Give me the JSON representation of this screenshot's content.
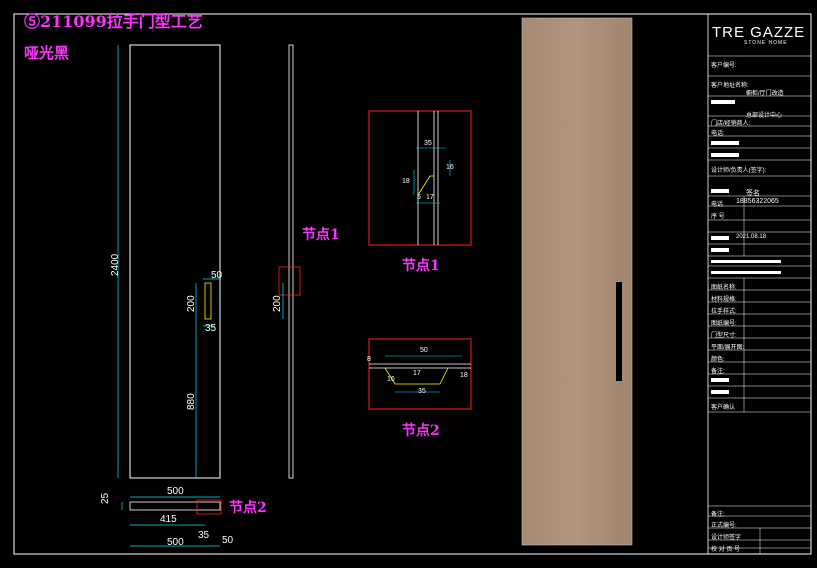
{
  "drawing": {
    "title": "⑤211099拉手门型工艺",
    "finish": "哑光黑",
    "node1_label": "节点1",
    "node2_label": "节点2",
    "node1_label_side": "节点1",
    "node2_label_bottom": "节点2",
    "dims": {
      "height": "2400",
      "handle_len": "200",
      "handle_w": "50",
      "handle_depth": "35",
      "handle_offset": "880",
      "side_handle": "200",
      "thickness": "25",
      "width_top": "500",
      "width_inner": "415",
      "width_bottom": "500",
      "bottom_35": "35",
      "bottom_50": "50",
      "n1_top": "35",
      "n1_left": "18",
      "n1_right": "16",
      "n1_b1": "5",
      "n1_b2": "17",
      "n2_top": "50",
      "n2_left": "8",
      "n2_mid1": "16",
      "n2_mid2": "17",
      "n2_right": "18",
      "n2_bottom": "35"
    },
    "colors": {
      "panel": "#a3886f",
      "handle": "#000000",
      "accent": "#ff33ff",
      "node_box": "#ff2020",
      "dim_line": "#00e5ff"
    }
  },
  "title_block": {
    "brand": "TRE GAZZE",
    "brand_sub": "STONE HOME",
    "row_client_no": "客户编号:",
    "row_client_name": "客户地址名称:",
    "row_project": "橱柜/厅门改造",
    "row_dept": "总部设计中心",
    "row_person": "门店/经销商人:",
    "row_phone": "电话:",
    "row_designer": "设计师/负责人(签字):",
    "row_sign": "签名",
    "row_tel_label": "电话",
    "row_tel_value": "18856322065",
    "row_hao": "序 号",
    "row_date": "2021.08.18",
    "row_a": "图纸名称:",
    "row_b": "材料规格:",
    "row_c": "拉手样式:",
    "row_d": "图纸编号:",
    "row_e": "门型尺寸:",
    "row_f": "平面/展开图:",
    "row_g": "颜色:",
    "row_h": "备注:",
    "row_i": "客户确认",
    "row_j": "备注:",
    "row_k": "正式编号:",
    "row_l": "设计师签字",
    "row_m": "校 对 页 号"
  }
}
